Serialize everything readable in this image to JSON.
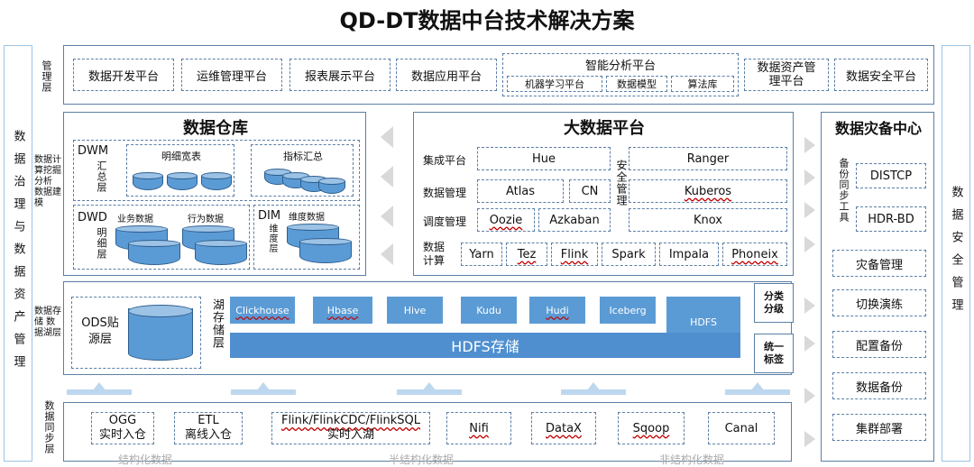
{
  "title": "QD-DT数据中台技术解决方案",
  "left_sidebar": "数据治理与数据资产管理",
  "right_sidebar": "数据安全管理",
  "mgmt_layer": {
    "label": "管理层",
    "items": [
      "数据开发平台",
      "运维管理平台",
      "报表展示平台",
      "数据应用平台"
    ],
    "ai_platform": {
      "title": "智能分析平台",
      "subs": [
        "机器学习平台",
        "数据模型",
        "算法库"
      ]
    },
    "asset_mgmt": "数据资产管理平台",
    "security": "数据安全平台"
  },
  "warehouse": {
    "side_label": "数据计算挖掘分析 数据建模",
    "title": "数据仓库",
    "dwm": {
      "label": "DWM",
      "sub": "汇总层",
      "boxes": [
        "明细宽表",
        "指标汇总"
      ]
    },
    "dwd": {
      "label": "DWD",
      "sub": "明细层",
      "boxes": [
        "业务数据",
        "行为数据"
      ]
    },
    "dim": {
      "label": "DIM",
      "sub": "维度层",
      "box": "维度数据"
    }
  },
  "bigdata": {
    "title": "大数据平台",
    "rows": [
      {
        "label": "集成平台",
        "items": [
          "Hue"
        ]
      },
      {
        "label": "数据管理",
        "items": [
          "Atlas",
          "CN"
        ]
      },
      {
        "label": "调度管理",
        "items": [
          "Oozie",
          "Azkaban"
        ]
      }
    ],
    "security_label": "安全管理",
    "security_items": [
      "Ranger",
      "Kuberos",
      "Knox"
    ],
    "compute_label": "数据计算",
    "compute_items": [
      "Yarn",
      "Tez",
      "Flink",
      "Spark",
      "Impala",
      "Phoneix"
    ]
  },
  "disaster": {
    "title": "数据灾备中心",
    "tool_label": "备份同步工具",
    "tools": [
      "DISTCP",
      "HDR-BD"
    ],
    "items": [
      "灾备管理",
      "切换演练",
      "配置备份",
      "数据备份",
      "集群部署"
    ]
  },
  "lake": {
    "side_label": "数据存储 数据湖层",
    "ods": "ODS贴源层",
    "lake_label": "湖存储层",
    "engines": [
      "Clickhouse",
      "Hbase",
      "Hive",
      "Kudu",
      "Hudi",
      "Iceberg"
    ],
    "hdfs_small": "HDFS",
    "hdfs_bar": "HDFS存储",
    "classify": "分类分级",
    "tagging": "统一标签"
  },
  "sync": {
    "side_label": "数据同步层",
    "items": [
      {
        "name": "OGG",
        "sub": "实时入仓"
      },
      {
        "name": "ETL",
        "sub": "离线入仓"
      },
      {
        "name": "Flink/FlinkCDC/FlinkSQL",
        "sub": "实时入湖"
      },
      {
        "name": "Nifi",
        "sub": ""
      },
      {
        "name": "DataX",
        "sub": ""
      },
      {
        "name": "Sqoop",
        "sub": ""
      },
      {
        "name": "Canal",
        "sub": ""
      }
    ],
    "bottom_labels": [
      "结构化数据",
      "半结构化数据",
      "非结构化数据"
    ]
  },
  "colors": {
    "accent": "#5b9bd5",
    "border": "#5b7fa6",
    "bar": "#4f8fd0"
  }
}
